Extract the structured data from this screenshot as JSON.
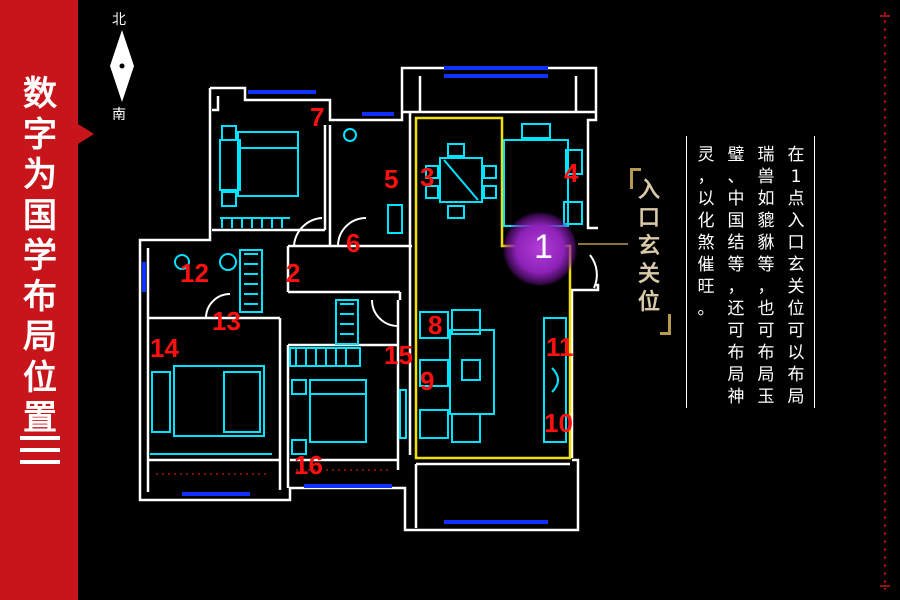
{
  "banner": {
    "title_chars": [
      "数",
      "字",
      "为",
      "国",
      "学",
      "布",
      "局",
      "位",
      "置"
    ],
    "color": "#c8141b"
  },
  "compass": {
    "north": "北",
    "south": "南"
  },
  "plan": {
    "wall_color": "#ffffff",
    "furniture_color": "#00e5ff",
    "window_color": "#1030ff",
    "room_number_color": "#ff1010",
    "highlight_color": "#f0e000",
    "room_numbers": [
      "1",
      "2",
      "3",
      "4",
      "5",
      "6",
      "7",
      "8",
      "9",
      "10",
      "11",
      "12",
      "13",
      "14",
      "15",
      "16"
    ]
  },
  "entrance": {
    "number": "1",
    "label_chars": [
      "入",
      "口",
      "玄",
      "关",
      "位"
    ],
    "glow_color": "#9a2ec8"
  },
  "note": {
    "columns": [
      [
        "在",
        "1",
        "点",
        "入",
        "口",
        "玄",
        "关",
        "位",
        "可",
        "以",
        "布",
        "局"
      ],
      [
        "瑞",
        "兽",
        "如",
        "貔",
        "貅",
        "等",
        "，",
        "也",
        "可",
        "布",
        "局",
        "玉"
      ],
      [
        "璧",
        "、",
        "中",
        "国",
        "结",
        "等",
        "，",
        "还",
        "可",
        "布",
        "局",
        "神"
      ],
      [
        "灵",
        "，",
        "以",
        "化",
        "煞",
        "催",
        "旺",
        "。"
      ]
    ]
  }
}
